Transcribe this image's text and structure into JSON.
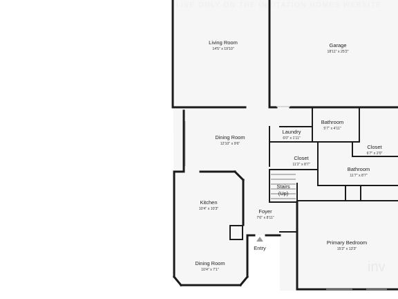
{
  "watermark_text": "LIVE ONLY ON THE INVITATION HOMES WEBSITE",
  "logo_text": "inv",
  "colors": {
    "wall": "#1a1a1a",
    "floor": "#f6f6f6",
    "background": "#ffffff",
    "entry_arrow": "#9a9a9a"
  },
  "rooms": {
    "living_room": {
      "name": "Living Room",
      "dims": "14'5\" x 19'10\""
    },
    "garage": {
      "name": "Garage",
      "dims": "18'11\" x 25'2\""
    },
    "bathroom_1": {
      "name": "Bathroom",
      "dims": "5'7\" x 4'11\""
    },
    "laundry": {
      "name": "Laundry",
      "dims": "6'0\" x 1'11\""
    },
    "dining_room_1": {
      "name": "Dining Room",
      "dims": "12'10\" x 9'6\""
    },
    "closet_1": {
      "name": "Closet",
      "dims": "6'7\" x 2'0\""
    },
    "closet_2": {
      "name": "Closet",
      "dims": "11'2\" x 8'7\""
    },
    "bathroom_2": {
      "name": "Bathroom",
      "dims": "11'7\" x 8'7\""
    },
    "stairs": {
      "name": "Stairs",
      "sub": "(Up)"
    },
    "kitchen": {
      "name": "Kitchen",
      "dims": "10'4\" x 10'3\""
    },
    "foyer": {
      "name": "Foyer",
      "dims": "7'6\" x 8'11\""
    },
    "entry": {
      "name": "Entry"
    },
    "primary_bedroom": {
      "name": "Primary Bedroom",
      "dims": "15'2\" x 13'3\""
    },
    "dining_room_2": {
      "name": "Dining Room",
      "dims": "10'4\" x 7'1\""
    }
  }
}
